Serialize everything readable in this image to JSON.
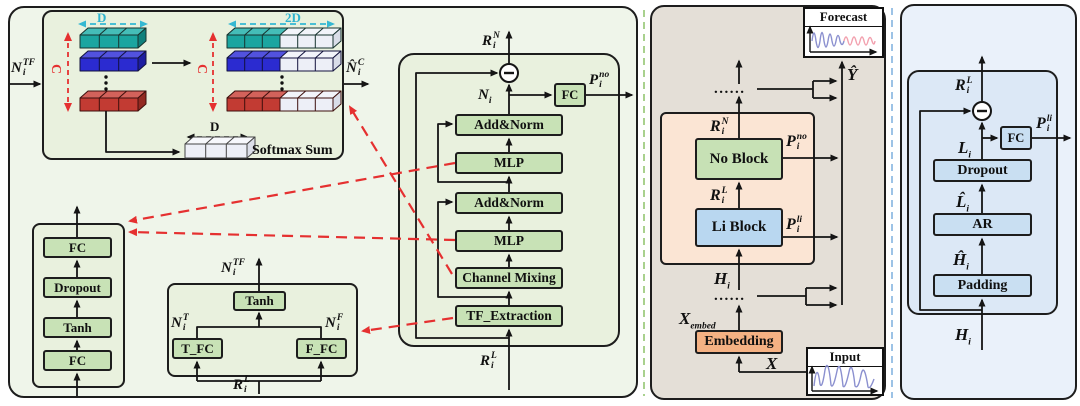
{
  "labels": {
    "d": "D",
    "two_d": "2D",
    "c": "C",
    "softmax_sum": "Softmax Sum",
    "fc": "FC",
    "dropout": "Dropout",
    "tanh": "Tanh",
    "add_norm": "Add&Norm",
    "mlp": "MLP",
    "channel_mixing": "Channel Mixing",
    "tf_extraction": "TF_Extraction",
    "t_fc": "T_FC",
    "f_fc": "F_FC",
    "no_block": "No Block",
    "li_block": "Li Block",
    "embedding": "Embedding",
    "forecast": "Forecast",
    "input": "Input",
    "ar": "AR",
    "padding": "Padding",
    "ellipsis": "......"
  },
  "math": {
    "n_i_tf": {
      "base": "N",
      "sup": "TF",
      "sub": "i"
    },
    "n_hat_i_c": {
      "base": "N̂",
      "sup": "C",
      "sub": "i"
    },
    "r_i_n": {
      "base": "R",
      "sup": "N",
      "sub": "i"
    },
    "r_i_l": {
      "base": "R",
      "sup": "L",
      "sub": "i"
    },
    "n_i": {
      "base": "N",
      "sub": "i"
    },
    "p_i_no": {
      "base": "P",
      "sup": "no",
      "sub": "i"
    },
    "p_i_li": {
      "base": "P",
      "sup": "li",
      "sub": "i"
    },
    "n_i_t": {
      "base": "N",
      "sup": "T",
      "sub": "i"
    },
    "n_i_f": {
      "base": "N",
      "sup": "F",
      "sub": "i"
    },
    "h_i": {
      "base": "H",
      "sub": "i"
    },
    "l_i": {
      "base": "L",
      "sub": "i"
    },
    "l_hat_i": {
      "base": "L̂",
      "sub": "i"
    },
    "h_hat_i": {
      "base": "Ĥ",
      "sub": "i"
    },
    "x": {
      "base": "X"
    },
    "x_embed": {
      "base": "X",
      "sub": "embed"
    },
    "y_hat": {
      "base": "Ŷ"
    }
  },
  "colors": {
    "left_panel_bg": "#eff5ea",
    "inner_green_bg": "#e9f1de",
    "green_box": "#c8e2b6",
    "mid_panel_bg": "#e4dfd7",
    "peach_box": "#fbe5d4",
    "no_block_green": "#c7e1b5",
    "li_block_blue": "#b9d7f0",
    "embedding_orange": "#f4b183",
    "right_panel_bg": "#eaf1fa",
    "right_inner_bg": "#dce8f6",
    "blue_box": "#c9dff2",
    "teal_bar": "#1ba5a0",
    "blue_bar": "#2b2bd0",
    "red_bar": "#c23b33",
    "red_dash": "#e53030",
    "cyan_dash": "#35b8d2",
    "green_divider": "#a9d18e",
    "blue_divider": "#9dc3e6"
  }
}
